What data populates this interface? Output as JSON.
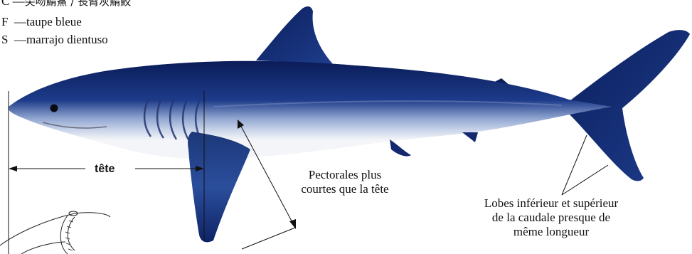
{
  "names": [
    {
      "code": "C",
      "dash": "—",
      "name": "尖吻鯖鯊 / 長臂灰鯖鮫"
    },
    {
      "code": "F",
      "dash": "—",
      "name": "taupe bleue"
    },
    {
      "code": "S",
      "dash": "—",
      "name": "marrajo dientuso"
    }
  ],
  "labels": {
    "head": "tête",
    "pectoral_line1": "Pectorales plus",
    "pectoral_line2": "courtes que la tête",
    "caudal_line1": "Lobes inférieur et supérieur",
    "caudal_line2": "de la caudale presque de",
    "caudal_line3": "même longueur"
  },
  "colors": {
    "dorsal": "#0c1f5c",
    "dorsal_mid": "#1c3a86",
    "flank": "#9fb2d4",
    "belly": "#f3f4f7",
    "ink": "#111111"
  }
}
